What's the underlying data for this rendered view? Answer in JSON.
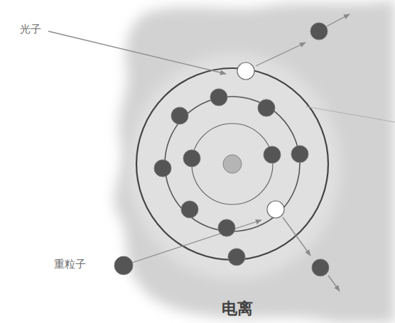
{
  "diagram": {
    "caption": "电离",
    "labels": [
      "光子",
      "重粒子"
    ]
  }
}
